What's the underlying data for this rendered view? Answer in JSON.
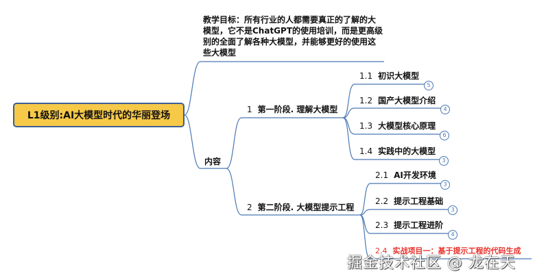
{
  "root": {
    "label": "L1级别:AI大模型时代的华丽登场"
  },
  "goal": {
    "text": "教学目标：所有行业的人都需要真正的了解的大模型，它不是ChatGPT的使用培训，而是更高级别的全面了解各种大模型，并能够更好的使用这些大模型"
  },
  "content": {
    "label": "内容"
  },
  "stages": [
    {
      "num": "1",
      "label": "第一阶段. 理解大模型",
      "items": [
        {
          "num": "1.1",
          "label": "初识大模型",
          "badge": "5"
        },
        {
          "num": "1.2",
          "label": "国产大模型介绍",
          "badge": "4"
        },
        {
          "num": "1.3",
          "label": "大模型核心原理",
          "badge": "6"
        },
        {
          "num": "1.4",
          "label": "实践中的大模型",
          "badge": "3"
        }
      ]
    },
    {
      "num": "2",
      "label": "第二阶段. 大模型提示工程",
      "items": [
        {
          "num": "2.1",
          "label": "AI开发环境",
          "badge": "3"
        },
        {
          "num": "2.2",
          "label": "提示工程基础",
          "badge": "3"
        },
        {
          "num": "2.3",
          "label": "提示工程进阶",
          "badge": "4"
        },
        {
          "num": "2.4",
          "label": "实战项目一：基于提示工程的代码生成",
          "badge": ""
        }
      ]
    }
  ],
  "watermark": "掘金技术社区 @ 龙在天",
  "colors": {
    "line": "#4a78b5",
    "root_fill": "#f7c948",
    "root_border": "#3a5f93",
    "highlight": "#e8322c"
  }
}
